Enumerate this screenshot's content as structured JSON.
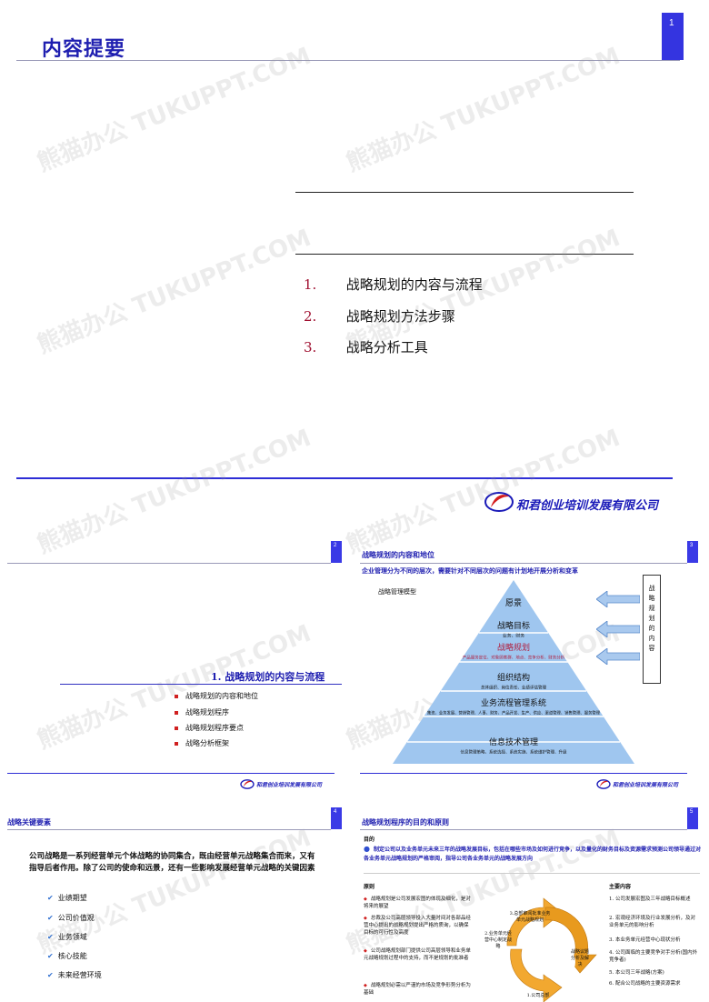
{
  "slide1": {
    "title": "内容提要",
    "page": "1",
    "items": [
      {
        "num": "1.",
        "text": "战略规划的内容与流程"
      },
      {
        "num": "2.",
        "text": "战略规划方法步骤"
      },
      {
        "num": "3.",
        "text": "战略分析工具"
      }
    ],
    "company": "和君创业培训发展有限公司"
  },
  "watermark": "熊猫办公 TUKUPPT.COM",
  "slide2": {
    "page": "2",
    "heading": "1. 战略规划的内容与流程",
    "items": [
      "战略规划的内容和地位",
      "战略规划程序",
      "战略规划程序要点",
      "战略分析框架"
    ],
    "company": "和君创业培训发展有限公司"
  },
  "slide3": {
    "page": "3",
    "title": "战略规划的内容和地位",
    "subtitle": "企业管理分为不同的层次，需要针对不同层次的问题有计划地开展分析和变革",
    "model_label": "战略管理模型",
    "side_box": "战略规划的内容",
    "levels": [
      {
        "name": "愿景",
        "detail": ""
      },
      {
        "name": "战略目标",
        "detail": "业务、财务"
      },
      {
        "name": "战略规划",
        "detail": "产品服务定位、对象顾客群、地点、竞争分析、财务分析"
      },
      {
        "name": "组织结构",
        "detail": "总体组织、岗位责任、业绩评估管理"
      },
      {
        "name": "业务流程管理系统",
        "detail": "集资、业务发展、营销管理、人事、财务、产品开发、生产、供应、渠道管理、销售管理、服务管理"
      },
      {
        "name": "信息技术管理",
        "detail": "信息管理策略、系统选择、系统实施、系统维护管理、升级"
      }
    ],
    "company": "和君创业培训发展有限公司"
  },
  "slide4": {
    "page": "4",
    "title": "战略关键要素",
    "paragraph": "公司战略是一系列经营单元个体战略的协同集合，既由经营单元战略集合而来，又有指导后者作用。除了公司的使命和远景，还有一些影响发展经营单元战略的关键因素",
    "items": [
      "业绩期望",
      "公司价值观",
      "业务领域",
      "核心技能",
      "未来经营环境"
    ]
  },
  "slide5": {
    "page": "5",
    "title": "战略规划程序的目的和原则",
    "purpose_label": "目的",
    "purpose": "制定公司以及业务单元未来三年的战略发展目标，包括在哪些市场及如何进行竞争，以及量化的财务目标及资源需求预测公司领导通过对各业务单元战略规划的严格审阅，指导公司各业务单元的战略发展方向",
    "principles_label": "原则",
    "principles": [
      "战略规划是公司发展宏图的体现及细化，是对将来的展望",
      "总裁及公司高层领导投入大量时间对各部品经营中心提出的战略规划提出严格的质询，以确保目标的可行性及高度",
      "公司战略规划部门提供公司高层领导和业务单元战略规划过程中的支持，而不是规划的批准者",
      "战略规划必需以严谨的市场及竞争形势分析为基础"
    ],
    "cycle_labels": [
      "3.总部审阅批准业务单元战略规划",
      "2.业务单元经营中心制定战略",
      "战略议题分析及解决",
      "1.公司总部"
    ],
    "main_label": "主要内容",
    "main_items": [
      "1. 公司发展宏图及三年战略目标概述",
      "2. 宏观经济环境及行业发展分析，及对业务单元的影响分析",
      "3. 本业务单元经营中心现状分析",
      "4. 公司面临的主要竞争对手分析(国内外竞争者)",
      "5. 本公司三年战略(方案)",
      "6. 配合公司战略的主要资源需求"
    ]
  }
}
